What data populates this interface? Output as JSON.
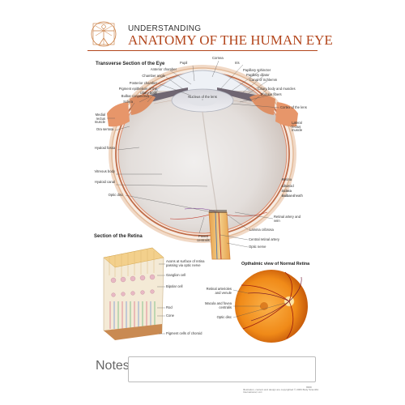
{
  "header": {
    "subtitle": "UNDERSTANDING",
    "title": "ANATOMY OF THE HUMAN EYE"
  },
  "sections": {
    "transverse": "Transverse Section of the Eye",
    "retina": "Section of the Retina",
    "ophthalmic": "Opthalmic view of Normal Retina"
  },
  "labels": {
    "cornea": "Cornea",
    "pupil": "Pupil",
    "iris": "Iris",
    "anterior_chamber": "Anterior chamber",
    "papillary_sphincter": "Papillary sphincter",
    "chamber_angle": "Chamber angle",
    "papillary_dilator": "Papillary dilator",
    "canal_schlemm": "Canal of Schlemm",
    "posterior_chamber": "Posterior chamber",
    "pigment_epithelium": "Pigment epithelium of the ciliary body",
    "ciliary_body": "Ciliary body and muscles",
    "bulbar_conjunctiva": "Bulbar conjunctiva",
    "zonular_fibers": "Zonular fibers",
    "sclera_left": "Sclera",
    "nucleus_lens": "Nucleus of the lens",
    "cortex_lens": "Cortex of the lens",
    "medial_rectus": "Medial rectus muscle",
    "ora_serrata": "Ora serrata",
    "lateral_rectus": "Lateral rectus muscle",
    "hyaloid_fossa": "Hyaloid fossa",
    "vitreous_body": "Vitreous body",
    "hyaloid_canal": "Hyaloid canal",
    "optic_disc": "Optic disc",
    "retina": "Retina",
    "choroid": "Choroid",
    "sclera_right": "Sclera",
    "bulbar_sheath": "Bulbar sheath",
    "retinal_artery_vein": "Retinal artery and vein",
    "lamina_cribrosa": "Lamina cribrosa",
    "fovea_centralis": "Fovea centralis",
    "central_retinal_artery": "Central retinal artery",
    "optic_nerve": "Optic nerve"
  },
  "retina_labels": {
    "axons": "Axons at surface of retina passing via optic nerve",
    "ganglion": "Ganglion cell",
    "bipolar": "Bipolar cell",
    "rod": "Rod",
    "cone": "Cone",
    "pigment_cells": "Pigment cells of choroid"
  },
  "fundus_labels": {
    "arterioles": "Retinal arterioles and venule",
    "macula": "Macula and fovea centralis",
    "optic_disc": "Optic disc"
  },
  "notes": {
    "label": "Notes:"
  },
  "footer": {
    "credit": "Illustration, content and design are copyrighted © 2006 Body Scientific International, LLC",
    "code": "9999"
  },
  "colors": {
    "accent": "#b3461c",
    "eye_orange": "#e9a36a",
    "fundus_orange": "#f08a18"
  }
}
